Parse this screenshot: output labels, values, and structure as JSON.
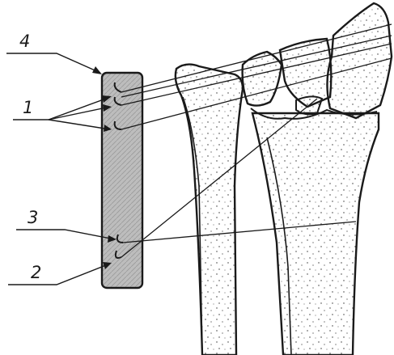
{
  "labels": {
    "l4": "4",
    "l1": "1",
    "l3": "3",
    "l2": "2"
  },
  "colors": {
    "ink": "#1a1a1a",
    "rod_fill": "#bdbdbd",
    "bone_fill": "#ffffff"
  }
}
